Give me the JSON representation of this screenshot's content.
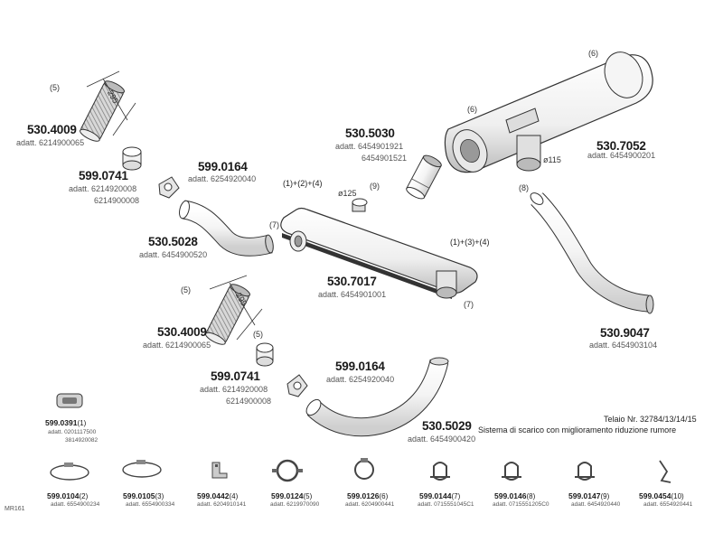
{
  "parts": [
    {
      "code": "530.4009",
      "adatt": "adatt. 6214900065",
      "ref": "(5)",
      "dim": "295"
    },
    {
      "code": "599.0741",
      "adatt": "adatt. 6214920008",
      "adatt_2": "6214900008"
    },
    {
      "code": "599.0164",
      "adatt": "adatt. 6254920040"
    },
    {
      "code": "530.5028",
      "adatt": "adatt. 6454900520",
      "ref": "(7)"
    },
    {
      "code": "530.5030",
      "adatt": "adatt. 6454901921",
      "adatt_2": "6454901521",
      "ref": "(9)"
    },
    {
      "code": "530.7017",
      "adatt": "adatt. 6454901001",
      "ref": "(7)",
      "note_top": "(1)+(2)+(4)",
      "note_right": "(1)+(3)+(4)",
      "dia": "ø125"
    },
    {
      "code": "530.7052",
      "adatt": "adatt. 6454900201",
      "ref_top": "(6)",
      "ref_left": "(6)",
      "dia": "ø115"
    },
    {
      "code": "530.9047",
      "adatt": "adatt. 6454903104",
      "ref": "(8)"
    },
    {
      "code": "530.4009",
      "adatt": "adatt. 6214900065",
      "ref": "(5)",
      "dim": "295"
    },
    {
      "code": "599.0741",
      "adatt": "adatt. 6214920008",
      "adatt_2": "6214900008",
      "ref": "(5)"
    },
    {
      "code": "599.0164",
      "adatt": "adatt. 6254920040"
    },
    {
      "code": "530.5029",
      "adatt": "adatt. 6454900420"
    }
  ],
  "side_part": {
    "code": "599.0391",
    "num": "(1)",
    "adatt": "adatt. 0201117500",
    "adatt_2": "3814920082"
  },
  "info": {
    "line1": "Telaio Nr. 32784/13/14/15",
    "line2": "Sistema di scarico con miglioramento riduzione rumore"
  },
  "bottom": [
    {
      "code": "599.0104",
      "num": "(2)",
      "adatt": "adatt. 6554900234",
      "icon": "clamp-band-icon"
    },
    {
      "code": "599.0105",
      "num": "(3)",
      "adatt": "adatt. 6554900334",
      "icon": "clamp-band-icon"
    },
    {
      "code": "599.0442",
      "num": "(4)",
      "adatt": "adatt. 6204910141",
      "icon": "bracket-icon"
    },
    {
      "code": "599.0124",
      "num": "(5)",
      "adatt": "adatt. 6219970090",
      "icon": "flange-clamp-icon"
    },
    {
      "code": "599.0126",
      "num": "(6)",
      "adatt": "adatt. 6204900441",
      "icon": "ring-clamp-icon"
    },
    {
      "code": "599.0144",
      "num": "(7)",
      "adatt": "adatt. 0715551045C1",
      "icon": "u-clamp-icon"
    },
    {
      "code": "599.0146",
      "num": "(8)",
      "adatt": "adatt. 0715551205C0",
      "icon": "u-clamp-icon"
    },
    {
      "code": "599.0147",
      "num": "(9)",
      "adatt": "adatt. 6454920440",
      "icon": "u-clamp-icon"
    },
    {
      "code": "599.0454",
      "num": "(10)",
      "adatt": "adatt. 6554920441",
      "icon": "hanger-icon"
    }
  ],
  "corner_code": "MR161"
}
